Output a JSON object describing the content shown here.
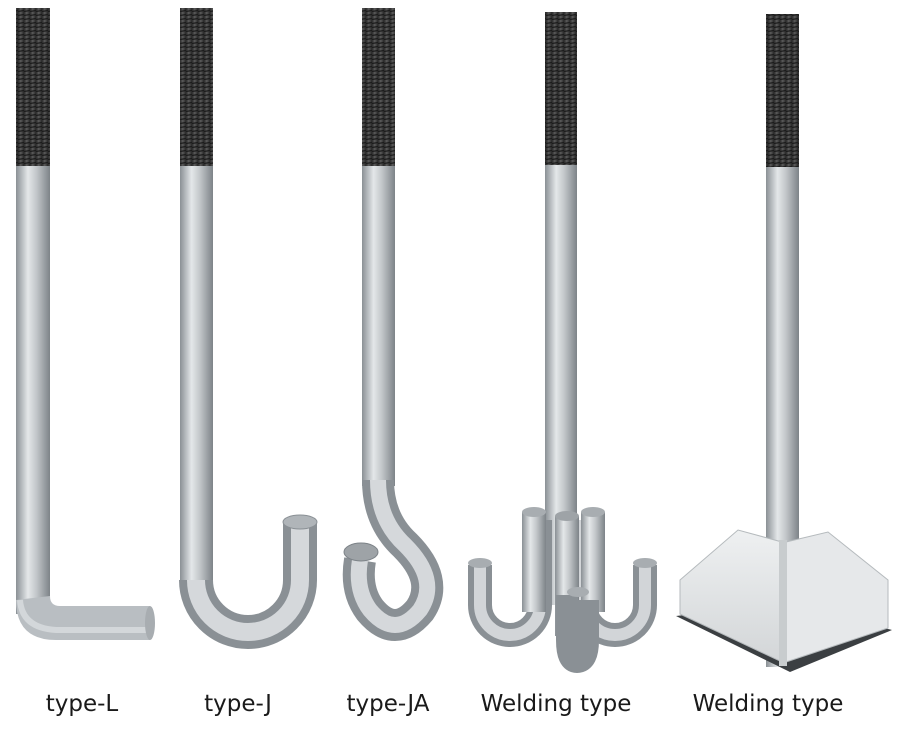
{
  "labels": {
    "type_l": "type-L",
    "type_j": "type-J",
    "type_ja": "type-JA",
    "welding_1": "Welding type",
    "welding_2": "Welding type"
  },
  "colors": {
    "background": "#ffffff",
    "thread": "#3a3a3a",
    "steel_light": "#dfe2e4",
    "steel_mid": "#b7bcc0",
    "steel_dark": "#8a9095",
    "plate": "#e9ebec",
    "plate_shadow": "#3b3f42",
    "text": "#1a1a1a"
  }
}
